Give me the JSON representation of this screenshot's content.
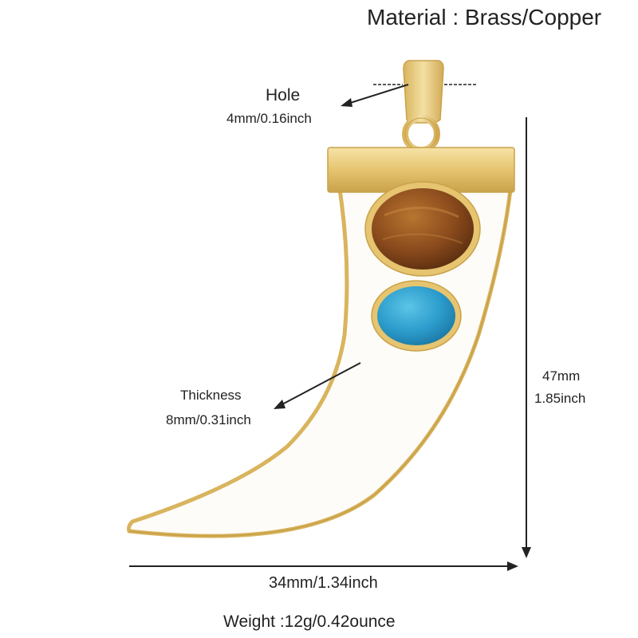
{
  "material": "Material : Brass/Copper",
  "hole": {
    "label": "Hole",
    "size": "4mm/0.16inch"
  },
  "thickness": {
    "label": "Thickness",
    "size": "8mm/0.31inch"
  },
  "height": {
    "mm": "47mm",
    "inch": "1.85inch"
  },
  "width": {
    "text": "34mm/1.34inch"
  },
  "weight": {
    "text": "Weight :12g/0.42ounce"
  },
  "colors": {
    "gold": "#e6c470",
    "gold_dark": "#c9a24a",
    "enamel": "#fdfcf8",
    "tiger_eye": "#8a4a1c",
    "turquoise": "#2b9ccc",
    "arrow": "#222222"
  }
}
